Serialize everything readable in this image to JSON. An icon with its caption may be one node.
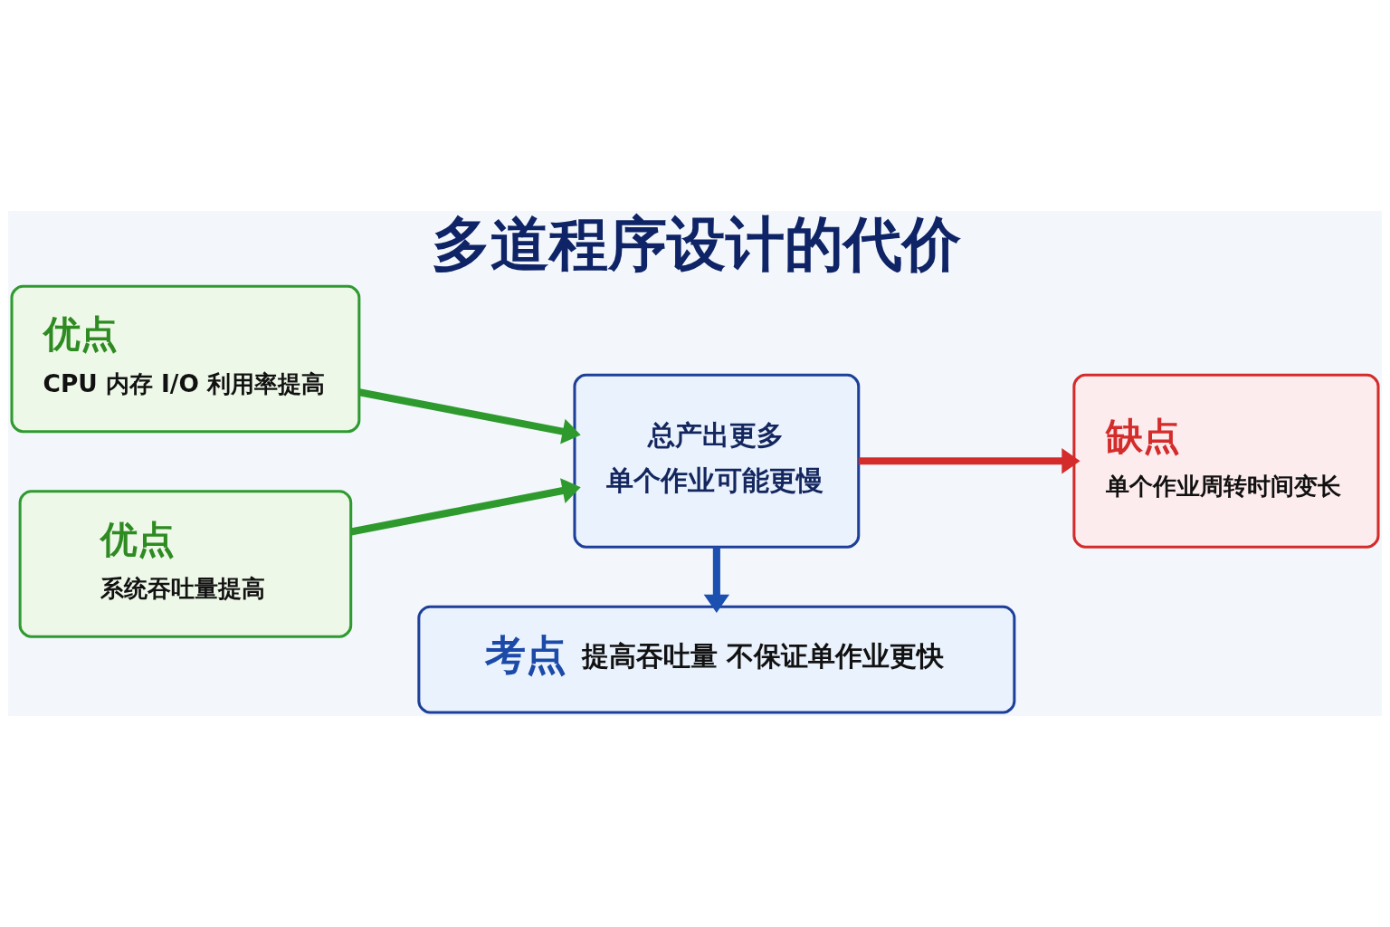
{
  "diagram": {
    "title": "多道程序设计的代价",
    "nodes": [
      {
        "text": [
          "优点",
          "CPU 内存 I/O 利用率提高"
        ]
      },
      {
        "text": [
          "优点",
          "系统吞吐量提高"
        ]
      },
      {
        "text": [
          "总产出更多",
          "单个作业可能更慢"
        ]
      },
      {
        "text": [
          "缺点",
          "单个作业周转时间变长"
        ]
      },
      {
        "text": [
          "考点",
          "提高吞吐量 不保证单作业更快"
        ]
      }
    ],
    "edges": [
      {
        "from": 0,
        "to": 2,
        "arrow": "to"
      },
      {
        "from": 1,
        "to": 2,
        "arrow": "to"
      },
      {
        "from": 2,
        "to": 3,
        "arrow": "to",
        "color": "#d42b2b"
      },
      {
        "from": 2,
        "to": 4,
        "arrow": "to",
        "color": "#1b4fb0"
      }
    ]
  }
}
